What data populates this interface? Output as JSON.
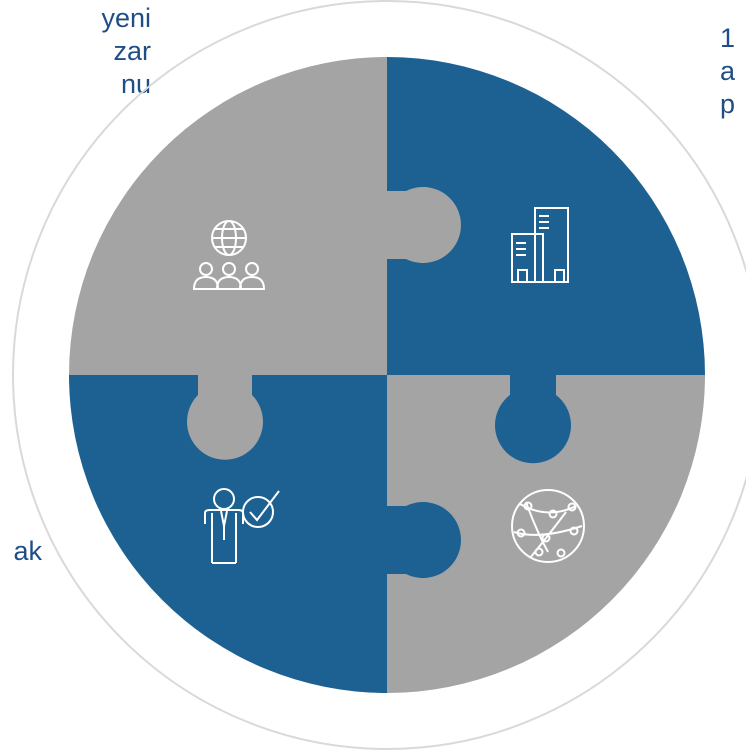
{
  "text_blocks": {
    "top_left": [
      "yeni",
      "zar",
      "nu"
    ],
    "top_right": [
      "1",
      "a",
      "p"
    ],
    "bottom_left": [
      "ak"
    ]
  },
  "colors": {
    "blue": "#1d6193",
    "gray": "#a4a4a4",
    "text": "#1f4e86",
    "ring": "#d9d9d9",
    "icon": "#ffffff"
  },
  "pieces": [
    {
      "quadrant": "top-left",
      "color": "gray",
      "icon": "global-team-icon"
    },
    {
      "quadrant": "top-right",
      "color": "blue",
      "icon": "office-buildings-icon"
    },
    {
      "quadrant": "bottom-left",
      "color": "blue",
      "icon": "businessman-check-icon"
    },
    {
      "quadrant": "bottom-right",
      "color": "gray",
      "icon": "network-globe-icon"
    }
  ]
}
